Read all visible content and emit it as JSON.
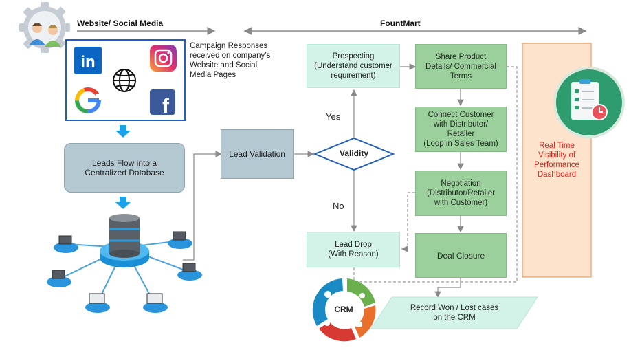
{
  "headers": {
    "left": "Website/ Social Media",
    "right": "FountMart"
  },
  "campaign_text": "Campaign Responses received on company’s Website and Social Media Pages",
  "social_icons": [
    "linkedin-icon",
    "instagram-icon",
    "globe-icon",
    "google-icon",
    "facebook-icon"
  ],
  "social_text": {
    "linkedin": "in",
    "google": "G",
    "facebook": "f"
  },
  "nodes": {
    "leads_flow": "Leads Flow into a\nCentralized Database",
    "lead_validation": "Lead Validation",
    "validity": "Validity",
    "prospecting": "Prospecting\n(Understand customer\nrequirement)",
    "share_product": "Share Product\nDetails/ Commercial\nTerms",
    "connect_customer": "Connect Customer\nwith Distributor/\nRetailer\n(Loop in Sales Team)",
    "negotiation": "Negotiation\n(Distributor/Retailer\nwith Customer)",
    "deal_closure": "Deal Closure",
    "lead_drop": "Lead Drop\n(With Reason)",
    "record": "Record Won / Lost cases\non the CRM",
    "dashboard": "Real Time\nVisibility of\nPerformance\nDashboard",
    "crm": "CRM"
  },
  "edge_labels": {
    "yes": "Yes",
    "no": "No"
  },
  "colors": {
    "light_box": "#d3f3e8",
    "mid_box": "#9bcf9c",
    "steel_box": "#b4c8d2",
    "dashboard_fill": "#fde3cc",
    "dashboard_text": "#e0221b",
    "arrow_blue": "#1aa3e8",
    "crm_blue": "#1a8bc4",
    "crm_green": "#6ab04c",
    "crm_orange": "#e8702a",
    "crm_red": "#d73a32"
  }
}
